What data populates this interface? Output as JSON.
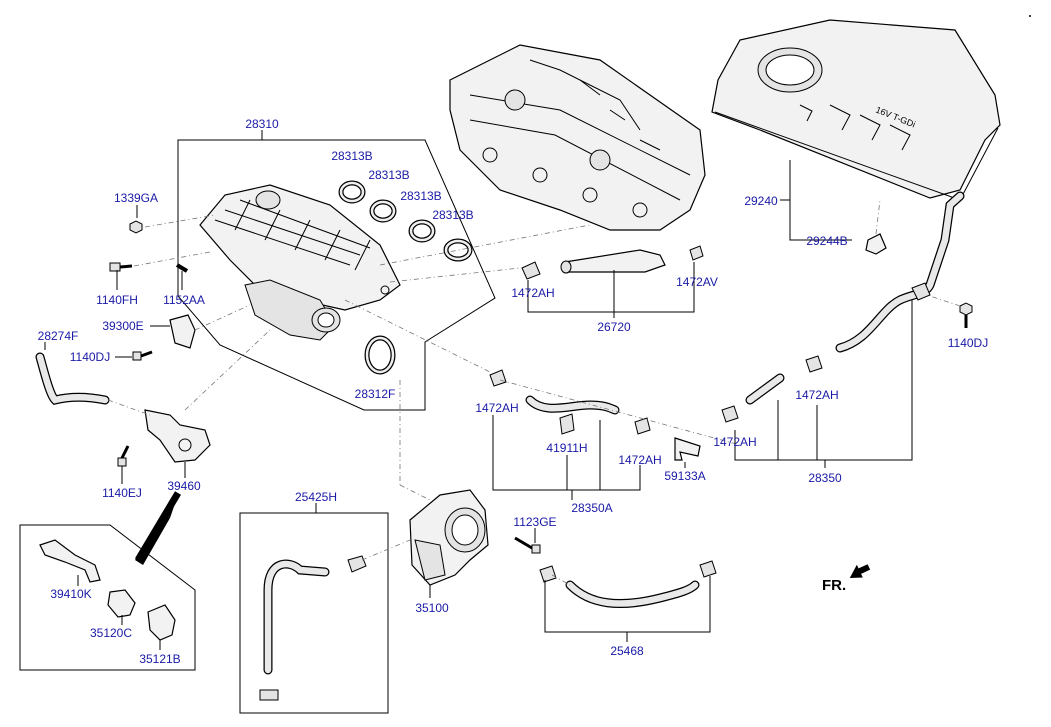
{
  "labels": {
    "p28310": "28310",
    "p28313B_1": "28313B",
    "p28313B_2": "28313B",
    "p28313B_3": "28313B",
    "p28313B_4": "28313B",
    "p1339GA": "1339GA",
    "p1140FH": "1140FH",
    "p1152AA": "1152AA",
    "p39300E": "39300E",
    "p28274F": "28274F",
    "p1140DJ_left": "1140DJ",
    "p28312F": "28312F",
    "p1140EJ": "1140EJ",
    "p39460": "39460",
    "p39410K": "39410K",
    "p35120C": "35120C",
    "p35121B": "35121B",
    "p25425H": "25425H",
    "p35100": "35100",
    "p1123GE": "1123GE",
    "p25468": "25468",
    "p1472AH_a": "1472AH",
    "p1472AV": "1472AV",
    "p26720": "26720",
    "p1472AH_b": "1472AH",
    "p41911H": "41911H",
    "p1472AH_c": "1472AH",
    "p59133A": "59133A",
    "p28350A": "28350A",
    "p1472AH_d": "1472AH",
    "p1472AH_e": "1472AH",
    "p28350": "28350",
    "p29240": "29240",
    "p29244B": "29244B",
    "p1140DJ_right": "1140DJ",
    "fr": "FR."
  },
  "icons": {
    "direction_arrow": "front-direction-arrow-icon"
  }
}
